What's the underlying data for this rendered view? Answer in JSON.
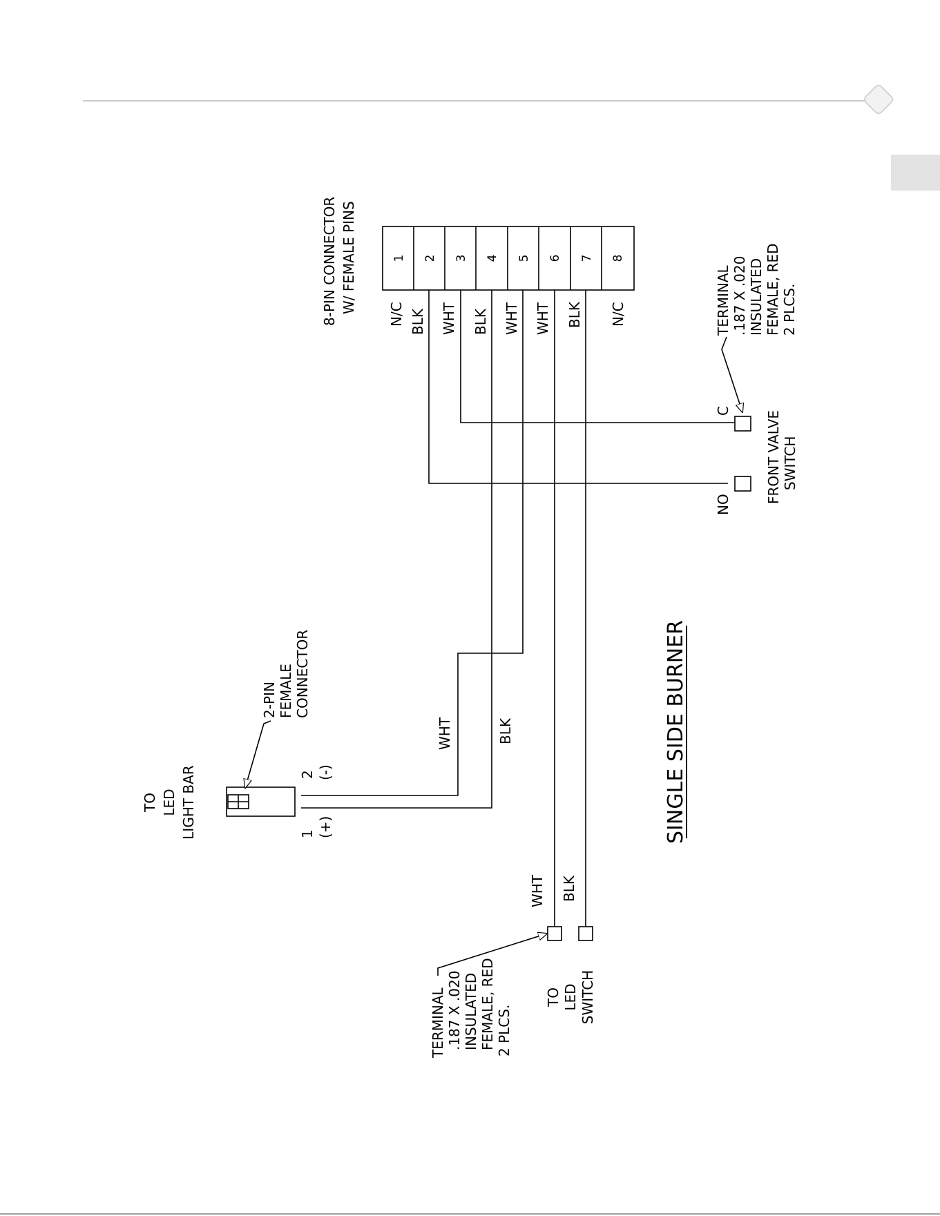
{
  "connector_8pin": {
    "label_line1": "8-PIN CONNECTOR",
    "label_line2": "W/ FEMALE PINS",
    "pins": [
      "1",
      "2",
      "3",
      "4",
      "5",
      "6",
      "7",
      "8"
    ],
    "wires": [
      "N/C",
      "BLK",
      "WHT",
      "BLK",
      "WHT",
      "WHT",
      "BLK",
      "N/C"
    ]
  },
  "terminal_right": {
    "lines": [
      "TERMINAL",
      ".187 X .020",
      "INSULATED",
      "FEMALE, RED",
      "2 PLCS."
    ]
  },
  "front_valve_switch": {
    "label_line1": "FRONT VALVE",
    "label_line2": "SWITCH",
    "c_label": "C",
    "no_label": "NO"
  },
  "connector_2pin": {
    "label_lines": [
      "2-PIN",
      "FEMALE",
      "CONNECTOR"
    ],
    "pin1": "1",
    "pin1_sign": "(+)",
    "pin2": "2",
    "pin2_sign": "(-)"
  },
  "light_bar": {
    "lines": [
      "TO",
      "LED",
      "LIGHT BAR"
    ]
  },
  "wire_labels": {
    "light_bar_wht": "WHT",
    "light_bar_blk": "BLK",
    "led_switch_wht": "WHT",
    "led_switch_blk": "BLK"
  },
  "terminal_left": {
    "lines": [
      "TERMINAL",
      ".187 X .020",
      "INSULATED",
      "FEMALE, RED",
      "2 PLCS."
    ]
  },
  "led_switch": {
    "lines": [
      "TO",
      "LED",
      "SWITCH"
    ]
  },
  "title": "SINGLE SIDE BURNER"
}
